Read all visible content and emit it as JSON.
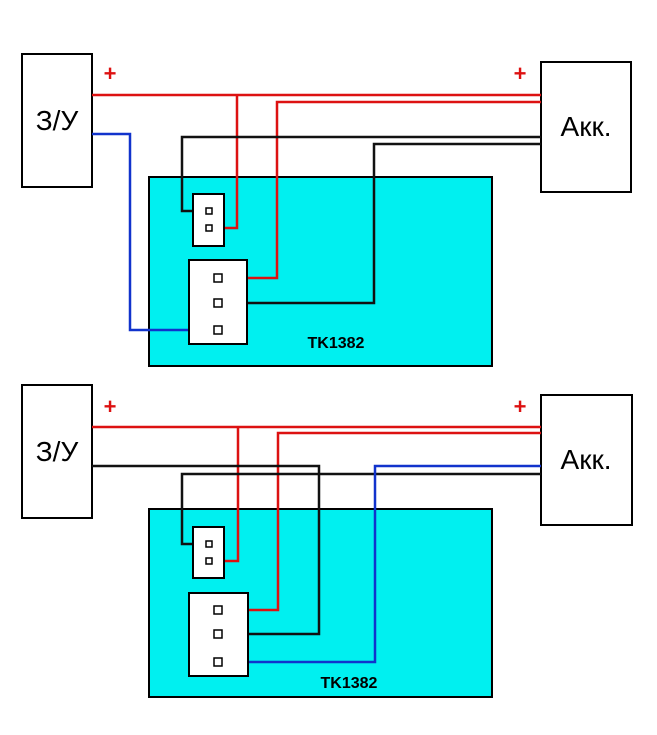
{
  "colors": {
    "background": "#ffffff",
    "module_fill": "#00f0f0",
    "positive_wire": "#dd1111",
    "negative_wire": "#111111",
    "blue_wire": "#1133cc",
    "outline": "#000000"
  },
  "diagrams": [
    {
      "charger_label": "З/У",
      "battery_label": "Акк.",
      "plus_left": "+",
      "plus_right": "+",
      "module_label": "TK1382"
    },
    {
      "charger_label": "З/У",
      "battery_label": "Акк.",
      "plus_left": "+",
      "plus_right": "+",
      "module_label": "TK1382"
    }
  ]
}
